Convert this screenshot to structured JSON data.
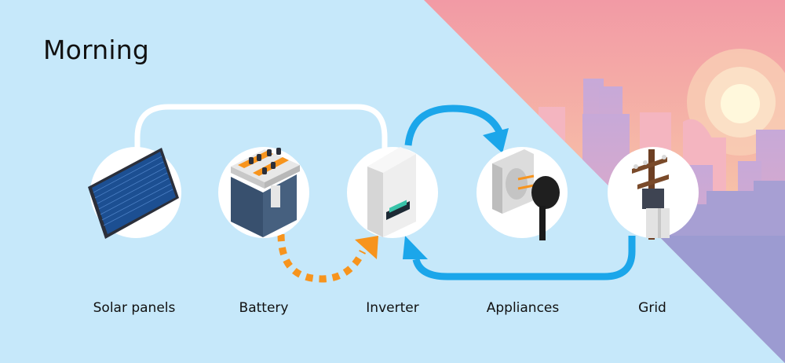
{
  "title": "Morning",
  "nodes": [
    {
      "id": "solar",
      "label": "Solar panels",
      "icon": "solar-panel-icon"
    },
    {
      "id": "battery",
      "label": "Battery",
      "icon": "battery-icon"
    },
    {
      "id": "inverter",
      "label": "Inverter",
      "icon": "inverter-icon"
    },
    {
      "id": "appliances",
      "label": "Appliances",
      "icon": "power-plug-icon"
    },
    {
      "id": "grid",
      "label": "Grid",
      "icon": "utility-pole-icon"
    }
  ],
  "flows": [
    {
      "from": "solar",
      "to": "inverter",
      "style": "solid",
      "color": "#ffffff"
    },
    {
      "from": "battery",
      "to": "inverter",
      "style": "dashed",
      "color": "#f7941d"
    },
    {
      "from": "inverter",
      "to": "appliances",
      "style": "solid-arrow",
      "color": "#1ba6ea"
    },
    {
      "from": "grid",
      "to": "inverter",
      "style": "solid-arrow",
      "color": "#1ba6ea"
    }
  ],
  "colors": {
    "background": "#c6e8fa",
    "sky_top": "#f29aa5",
    "sky_bottom": "#f9d3a8",
    "sun": "#fff8dc",
    "flow_blue": "#1ba6ea",
    "flow_orange": "#f7941d"
  }
}
